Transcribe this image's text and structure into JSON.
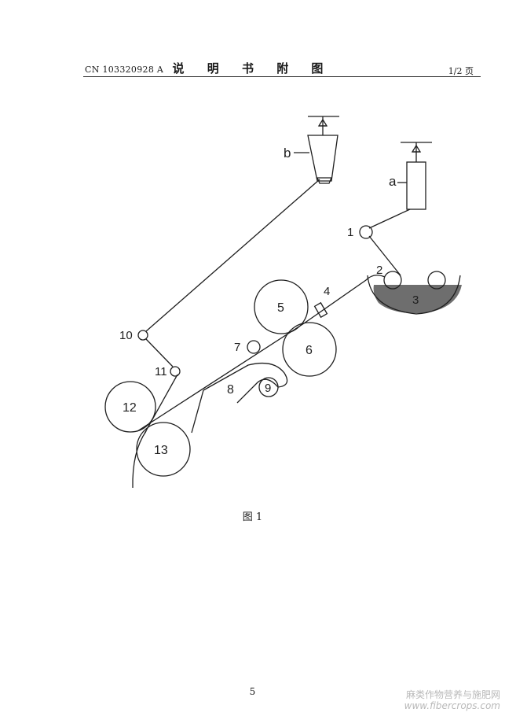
{
  "header": {
    "publication_number": "CN 103320928 A",
    "section_title": "说 明 书 附 图",
    "page_of": "1/2 页"
  },
  "figure": {
    "labels": {
      "a": "a",
      "b": "b",
      "r1": "1",
      "r2": "2",
      "bath": "3",
      "r4": "4",
      "r5": "5",
      "r6": "6",
      "r7": "7",
      "r8": "8",
      "r9": "9",
      "r10": "10",
      "r11": "11",
      "r12": "12",
      "r13": "13"
    },
    "caption": "图 1",
    "colors": {
      "line": "#1e1e1e",
      "bath_fill": "#6e6e6e"
    }
  },
  "footer": {
    "page_number": "5",
    "watermark_cn": "麻类作物营养与施肥网",
    "watermark_url": "www.fibercrops.com"
  }
}
